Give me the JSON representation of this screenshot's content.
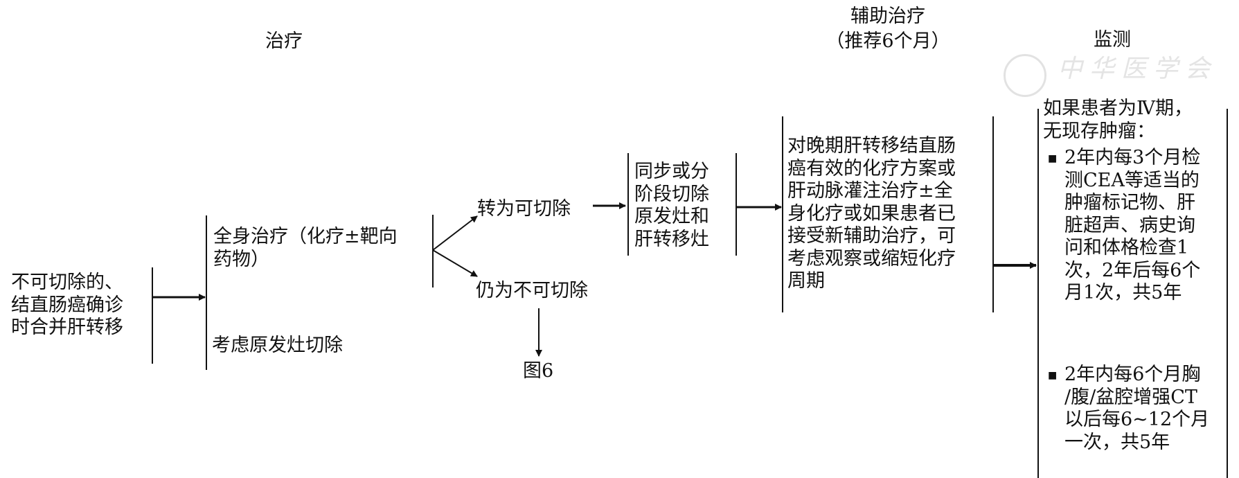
{
  "headers": {
    "treatment": "治疗",
    "adjuvant_line1": "辅助治疗",
    "adjuvant_line2": "（推荐6个月）",
    "monitoring": "监测"
  },
  "watermark": {
    "text": "中华医学会"
  },
  "nodes": {
    "start": [
      "不可切除的、",
      "结直肠癌确诊",
      "时合并肝转移"
    ],
    "systemic": [
      "全身治疗（化疗±靶向",
      "药物）"
    ],
    "primary_resection": "考虑原发灶切除",
    "convertible": "转为可切除",
    "still_unresectable": "仍为不可切除",
    "figure_ref": "图6",
    "resection": [
      "同步或分",
      "阶段切除",
      "原发灶和",
      "肝转移灶"
    ],
    "adjuvant": [
      "对晚期肝转移结直肠",
      "癌有效的化疗方案或",
      "肝动脉灌注治疗±全",
      "身化疗或如果患者已",
      "接受新辅助治疗，可",
      "考虑观察或缩短化疗",
      "周期"
    ],
    "monitor_intro": [
      "如果患者为Ⅳ期，",
      "无现存肿瘤："
    ],
    "monitor_bullet1": [
      "2年内每3个月检",
      "测CEA等适当的",
      "肿瘤标记物、肝",
      "脏超声、病史询",
      "问和体格检查1",
      "次，2年后每6个",
      "月1次，共5年"
    ],
    "monitor_bullet2": [
      "2年内每6个月胸",
      "/腹/盆腔增强CT",
      "以后每6~12个月",
      "一次，共5年"
    ],
    "bullet_glyph": "■"
  }
}
